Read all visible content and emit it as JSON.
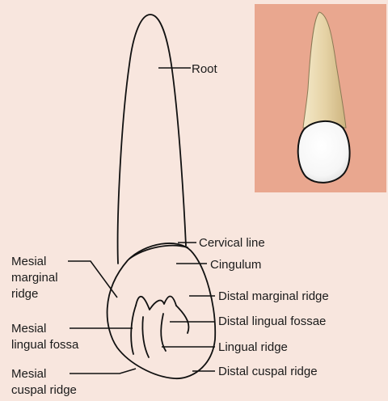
{
  "colors": {
    "background": "#f8e6de",
    "inset_background": "#e9a78f",
    "root_color": "#e3d2a8",
    "crown_color": "#ffffff"
  },
  "labels": {
    "root": "Root",
    "cervical_line": "Cervical line",
    "cingulum": "Cingulum",
    "distal_marginal_ridge": "Distal marginal ridge",
    "distal_lingual_fossae": "Distal lingual fossae",
    "lingual_ridge": "Lingual ridge",
    "distal_cuspal_ridge": "Distal cuspal ridge",
    "mesial_marginal_ridge": [
      "Mesial",
      "marginal",
      "ridge"
    ],
    "mesial_lingual_fossa": [
      "Mesial",
      "lingual fossa"
    ],
    "mesial_cuspal_ridge": [
      "Mesial",
      "cuspal ridge"
    ]
  }
}
